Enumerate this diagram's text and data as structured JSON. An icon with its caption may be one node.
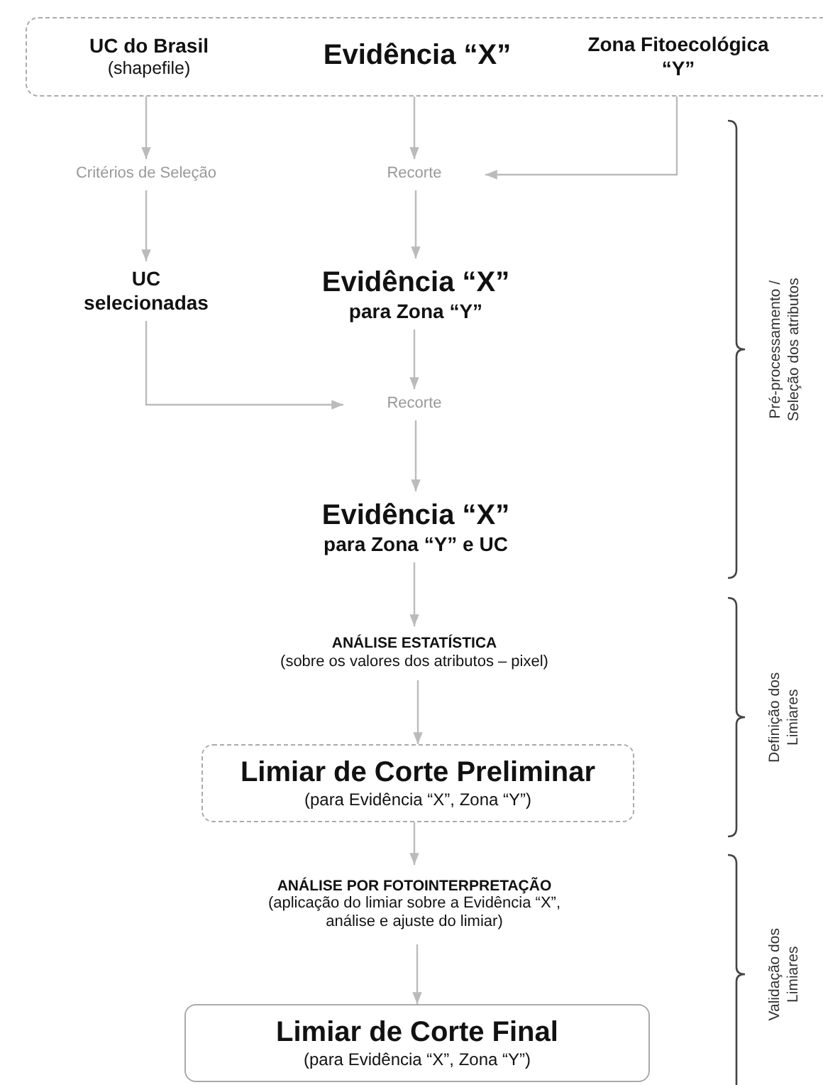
{
  "diagram": {
    "nodes": [
      {
        "text": [],
        "shape": "box"
      },
      {
        "text": [
          "UC do Brasil",
          "(shapefile)"
        ],
        "in": 0
      },
      {
        "text": [
          "Evidência “X”"
        ],
        "in": 0
      },
      {
        "text": [
          "Zona Fitoecológica “Y”"
        ],
        "in": 0
      },
      {
        "text": [
          "Critérios de Seleção"
        ]
      },
      {
        "text": [
          "Recorte"
        ]
      },
      {
        "text": [
          "UC selecionadas"
        ]
      },
      {
        "text": [
          "Evidência “X”",
          "para Zona “Y”"
        ]
      },
      {
        "text": [
          "Recorte"
        ]
      },
      {
        "text": [
          "Evidência “X”",
          "para Zona “Y” e UC"
        ]
      },
      {
        "text": [
          "ANÁLISE ESTATÍSTICA",
          "(sobre os valores dos atributos – pixel)"
        ]
      },
      {
        "text": [
          "Limiar de Corte Preliminar",
          "(para Evidência “X”, Zona “Y”)"
        ]
      },
      {
        "text": [
          "ANÁLISE POR FOTOINTERPRETAÇÃO",
          "(aplicação do limiar sobre a Evidência “X”, análise e ajuste do limiar)"
        ]
      },
      {
        "text": [
          "Limiar de Corte Final",
          "(para Evidência “X”, Zona “Y”)"
        ]
      }
    ],
    "edges": [
      {
        "from": 1,
        "to": 4,
        "arrow": "to"
      },
      {
        "from": 2,
        "to": 5,
        "arrow": "to"
      },
      {
        "from": 3,
        "to": 5,
        "arrow": "to"
      },
      {
        "from": 4,
        "to": 6,
        "arrow": "to"
      },
      {
        "from": 5,
        "to": 7,
        "arrow": "to"
      },
      {
        "from": 6,
        "to": 8,
        "arrow": "to"
      },
      {
        "from": 7,
        "to": 8,
        "arrow": "to"
      },
      {
        "from": 8,
        "to": 9,
        "arrow": "to"
      },
      {
        "from": 9,
        "to": 10,
        "arrow": "to"
      },
      {
        "from": 10,
        "to": 11,
        "arrow": "to"
      },
      {
        "from": 11,
        "to": 12,
        "arrow": "to"
      },
      {
        "from": 12,
        "to": 13,
        "arrow": "to"
      }
    ],
    "labels": [
      "Pré-processamento / Seleção dos atributos",
      "Definição dos Limiares",
      "Validação dos Limiares"
    ]
  }
}
